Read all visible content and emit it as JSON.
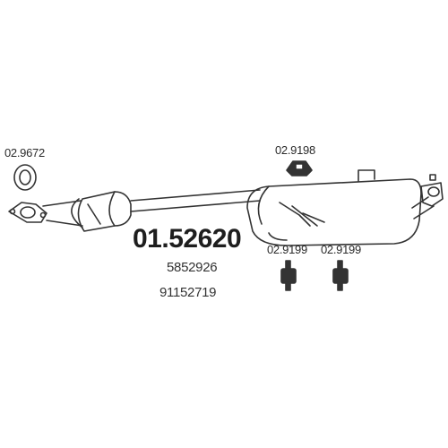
{
  "diagram": {
    "main_part_number": "01.52620",
    "oe_numbers": [
      "5852926",
      "91152719"
    ],
    "parts": {
      "gasket": "02.9672",
      "hanger_top": "02.9198",
      "hanger_left": "02.9199",
      "hanger_right": "02.9199"
    }
  },
  "colors": {
    "line": "#333333",
    "text": "#2b2b2b"
  }
}
